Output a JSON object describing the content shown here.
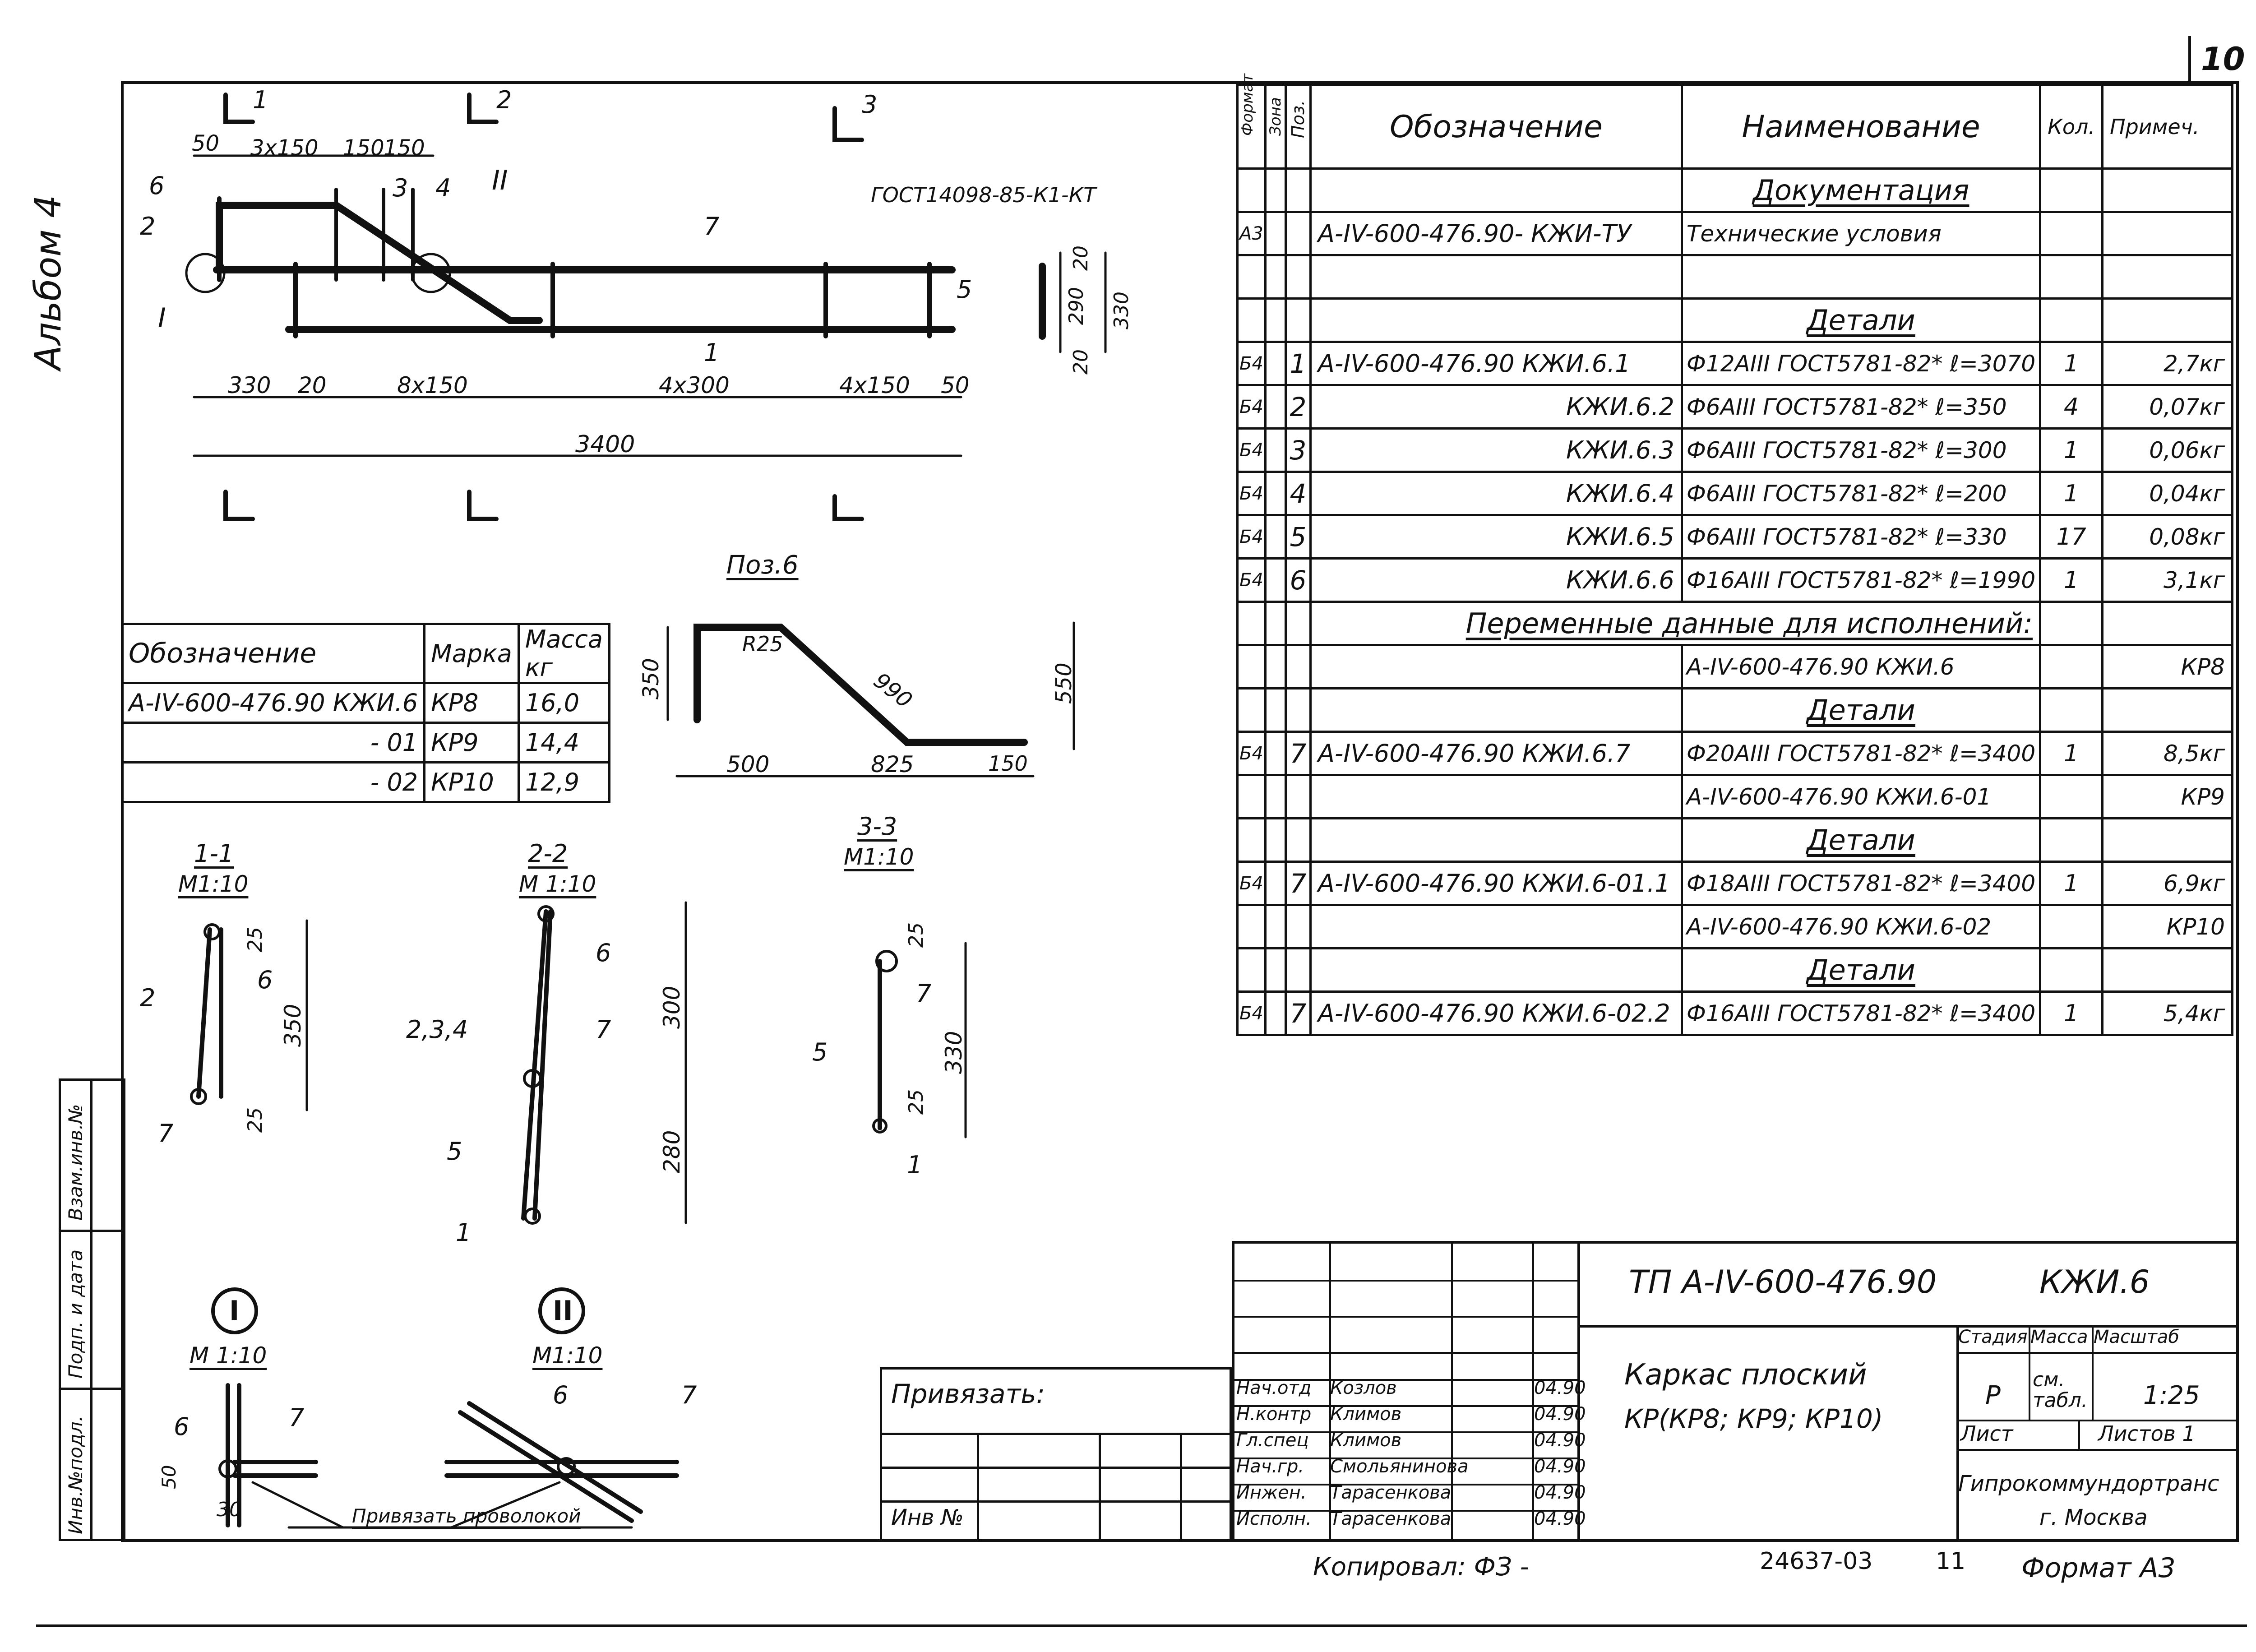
{
  "sheet_number": "10",
  "album": "Альбом 4",
  "drawing": {
    "labels": {
      "cut1": "1",
      "cut2": "2",
      "cut3": "3",
      "dim_50": "50",
      "dim_3x150": "3x150",
      "dim_150a": "150",
      "dim_150b": "150",
      "pos6": "6",
      "pos2": "2",
      "pos3": "3",
      "pos4": "4",
      "node2": "II",
      "node1": "I",
      "gost_weld": "ГОСТ14098-85-К1-КТ",
      "pos7": "7",
      "pos5": "5",
      "pos1": "1",
      "dim_330": "330",
      "dim_20": "20",
      "dim_8x150": "8x150",
      "dim_4x300": "4x300",
      "dim_4x150": "4x150",
      "dim_50b": "50",
      "dim_3400": "3400",
      "side_20a": "20",
      "side_290": "290",
      "side_330": "330",
      "side_20b": "20"
    },
    "pos6_detail": {
      "title": "Поз.6",
      "r": "R25",
      "h350": "350",
      "len990": "990",
      "h550": "550",
      "d500": "500",
      "d825": "825",
      "d150": "150"
    },
    "section11": {
      "title": "1-1",
      "scale": "М1:10",
      "p2": "2",
      "p6": "6",
      "p7": "7",
      "d25a": "25",
      "d350": "350",
      "d25b": "25"
    },
    "section22": {
      "title": "2-2",
      "scale": "М 1:10",
      "p6": "6",
      "p234": "2,3,4",
      "p7": "7",
      "p5": "5",
      "p1": "1",
      "d300": "300",
      "d280": "280"
    },
    "section33": {
      "title": "3-3",
      "scale": "М1:10",
      "p7": "7",
      "p5": "5",
      "p1": "1",
      "d25a": "25",
      "d330": "330",
      "d25b": "25"
    },
    "node1": {
      "title": "I",
      "scale": "М 1:10",
      "p6": "6",
      "p7": "7",
      "d50": "50",
      "d30": "30"
    },
    "node2": {
      "title": "II",
      "scale": "М1:10",
      "p6": "6",
      "p7": "7"
    },
    "wire_note": "Привязать проволокой"
  },
  "mass_table": {
    "headers": [
      "Обозначение",
      "Марка",
      "Масса кг"
    ],
    "rows": [
      [
        "А-IV-600-476.90 КЖИ.6",
        "КР8",
        "16,0"
      ],
      [
        "- 01",
        "КР9",
        "14,4"
      ],
      [
        "- 02",
        "КР10",
        "12,9"
      ]
    ]
  },
  "spec_table": {
    "headers": [
      "Формат",
      "Зона",
      "Поз.",
      "Обозначение",
      "Наименование",
      "Кол.",
      "Примеч."
    ],
    "rows": [
      {
        "type": "section",
        "name": "Документация"
      },
      {
        "fmt": "А3",
        "zone": "",
        "pos": "",
        "des": "А-IV-600-476.90- КЖИ-ТУ",
        "name": "Технические условия",
        "qty": "",
        "note": ""
      },
      {
        "type": "blank"
      },
      {
        "type": "section",
        "name": "Детали"
      },
      {
        "fmt": "Б4",
        "zone": "",
        "pos": "1",
        "des": "А-IV-600-476.90 КЖИ.6.1",
        "name": "Ф12АIII ГОСТ5781-82* ℓ=3070",
        "qty": "1",
        "note": "2,7кг"
      },
      {
        "fmt": "Б4",
        "zone": "",
        "pos": "2",
        "des": "КЖИ.6.2",
        "name": "Ф6АIII ГОСТ5781-82* ℓ=350",
        "qty": "4",
        "note": "0,07кг"
      },
      {
        "fmt": "Б4",
        "zone": "",
        "pos": "3",
        "des": "КЖИ.6.3",
        "name": "Ф6АIII ГОСТ5781-82* ℓ=300",
        "qty": "1",
        "note": "0,06кг"
      },
      {
        "fmt": "Б4",
        "zone": "",
        "pos": "4",
        "des": "КЖИ.6.4",
        "name": "Ф6АIII ГОСТ5781-82* ℓ=200",
        "qty": "1",
        "note": "0,04кг"
      },
      {
        "fmt": "Б4",
        "zone": "",
        "pos": "5",
        "des": "КЖИ.6.5",
        "name": "Ф6АIII ГОСТ5781-82* ℓ=330",
        "qty": "17",
        "note": "0,08кг"
      },
      {
        "fmt": "Б4",
        "zone": "",
        "pos": "6",
        "des": "КЖИ.6.6",
        "name": "Ф16АIII ГОСТ5781-82* ℓ=1990",
        "qty": "1",
        "note": "3,1кг"
      },
      {
        "type": "wide",
        "name": "Переменные данные для исполнений:"
      },
      {
        "fmt": "",
        "zone": "",
        "pos": "",
        "des": "",
        "name": "А-IV-600-476.90 КЖИ.6",
        "qty": "",
        "note": "КР8"
      },
      {
        "type": "section",
        "name": "Детали"
      },
      {
        "fmt": "Б4",
        "zone": "",
        "pos": "7",
        "des": "А-IV-600-476.90 КЖИ.6.7",
        "name": "Ф20АIII ГОСТ5781-82* ℓ=3400",
        "qty": "1",
        "note": "8,5кг"
      },
      {
        "fmt": "",
        "zone": "",
        "pos": "",
        "des": "",
        "name": "А-IV-600-476.90 КЖИ.6-01",
        "qty": "",
        "note": "КР9"
      },
      {
        "type": "section",
        "name": "Детали"
      },
      {
        "fmt": "Б4",
        "zone": "",
        "pos": "7",
        "des": "А-IV-600-476.90 КЖИ.6-01.1",
        "name": "Ф18АIII ГОСТ5781-82* ℓ=3400",
        "qty": "1",
        "note": "6,9кг"
      },
      {
        "fmt": "",
        "zone": "",
        "pos": "",
        "des": "",
        "name": "А-IV-600-476.90 КЖИ.6-02",
        "qty": "",
        "note": "КР10"
      },
      {
        "type": "section",
        "name": "Детали"
      },
      {
        "fmt": "Б4",
        "zone": "",
        "pos": "7",
        "des": "А-IV-600-476.90 КЖИ.6-02.2",
        "name": "Ф16АIII ГОСТ5781-82* ℓ=3400",
        "qty": "1",
        "note": "5,4кг"
      }
    ]
  },
  "left_strip": [
    "Взам.инв.№",
    "Подп. и дата",
    "Инв.№подл."
  ],
  "bind_box": {
    "label": "Привязать:",
    "inv": "Инв №"
  },
  "title_block": {
    "code": "ТП  А-IV-600-476.90",
    "mark": "КЖИ.6",
    "name_line1": "Каркас плоский",
    "name_line2": "КР(КР8; КР9; КР10)",
    "stage_label": "Стадия",
    "mass_label": "Масса",
    "scale_label": "Масштаб",
    "stage": "Р",
    "mass": "см. табл.",
    "scale": "1:25",
    "sheet_label": "Лист",
    "sheets_label": "Листов 1",
    "org_line1": "Гипрокоммундортранс",
    "org_line2": "г. Москва",
    "people": [
      {
        "role": "Нач.отд",
        "name": "Козлов",
        "date": "04.90"
      },
      {
        "role": "Н.контр",
        "name": "Климов",
        "date": "04.90"
      },
      {
        "role": "Гл.спец",
        "name": "Климов",
        "date": "04.90"
      },
      {
        "role": "Нач.гр.",
        "name": "Смольянинова",
        "date": "04.90"
      },
      {
        "role": "Инжен.",
        "name": "Тарасенкова",
        "date": "04.90"
      },
      {
        "role": "Исполн.",
        "name": "Тарасенкова",
        "date": "04.90"
      }
    ]
  },
  "footer": {
    "copied": "Копировал: ФЗ -",
    "number": "24637-03",
    "page": "11",
    "format": "Формат А3"
  }
}
